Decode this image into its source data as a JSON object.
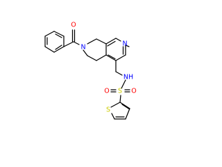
{
  "diagram": {
    "type": "chemical-structure",
    "bond_color": "#000000",
    "atom_colors": {
      "O": "#ff0000",
      "N": "#0000ff",
      "S": "#cccc00"
    },
    "labels": {
      "ring_nitrogen": "N",
      "amide_nitrogen": "N",
      "carbonyl_oxygen": "O",
      "sulfonamide_nh": "NH",
      "sulfonyl_sulfur": "S",
      "sulfonyl_oxygen_left": "O",
      "sulfonyl_oxygen_right": "O",
      "thiophene_sulfur": "S"
    }
  }
}
